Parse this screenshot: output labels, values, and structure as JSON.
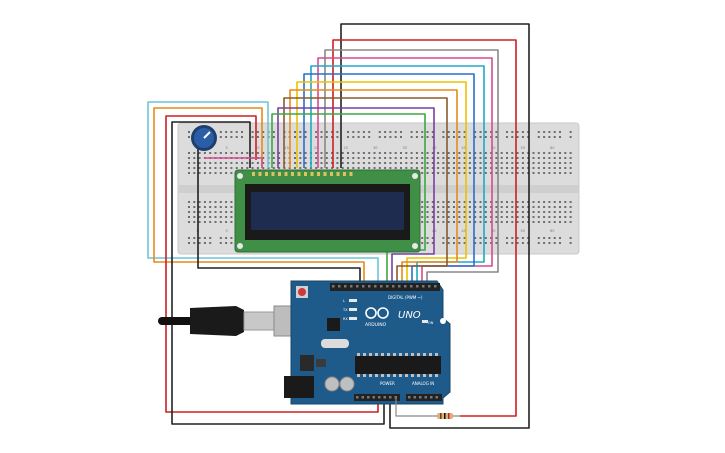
{
  "arduino": {
    "logo_text": "UNO",
    "brand_text": "ARDUINO",
    "digital_header_label": "DIGITAL (PWM ~)",
    "power_label": "POWER",
    "analog_label": "ANALOG IN",
    "tx_label": "TX",
    "rx_label": "RX",
    "l_label": "L",
    "on_label": "ON"
  },
  "breadboard": {
    "column_marks": [
      "1",
      "5",
      "10",
      "15",
      "20",
      "25",
      "30",
      "35",
      "40",
      "45",
      "50",
      "55",
      "60"
    ]
  },
  "colors": {
    "breadboard": "#dcdcdc",
    "lcd_pcb": "#3f8f47",
    "lcd_screen": "#1e2d4f",
    "arduino_pcb": "#1f5b8a",
    "potentiometer": "#2a5fa8",
    "wire_red": "#cc2020",
    "wire_black": "#222222",
    "wire_gray": "#888888",
    "wire_pink": "#d64a8f",
    "wire_cyan": "#20a8c8",
    "wire_blue": "#2a6fcf",
    "wire_teal": "#1aa39a",
    "wire_yellow": "#e8c400",
    "wire_orange": "#e58a1c",
    "wire_brown": "#8a5a2b",
    "wire_purple": "#7a3fa0",
    "wire_green": "#3aa844",
    "wire_lightblue": "#6cc4d8",
    "resistor": "#d9b27a"
  }
}
